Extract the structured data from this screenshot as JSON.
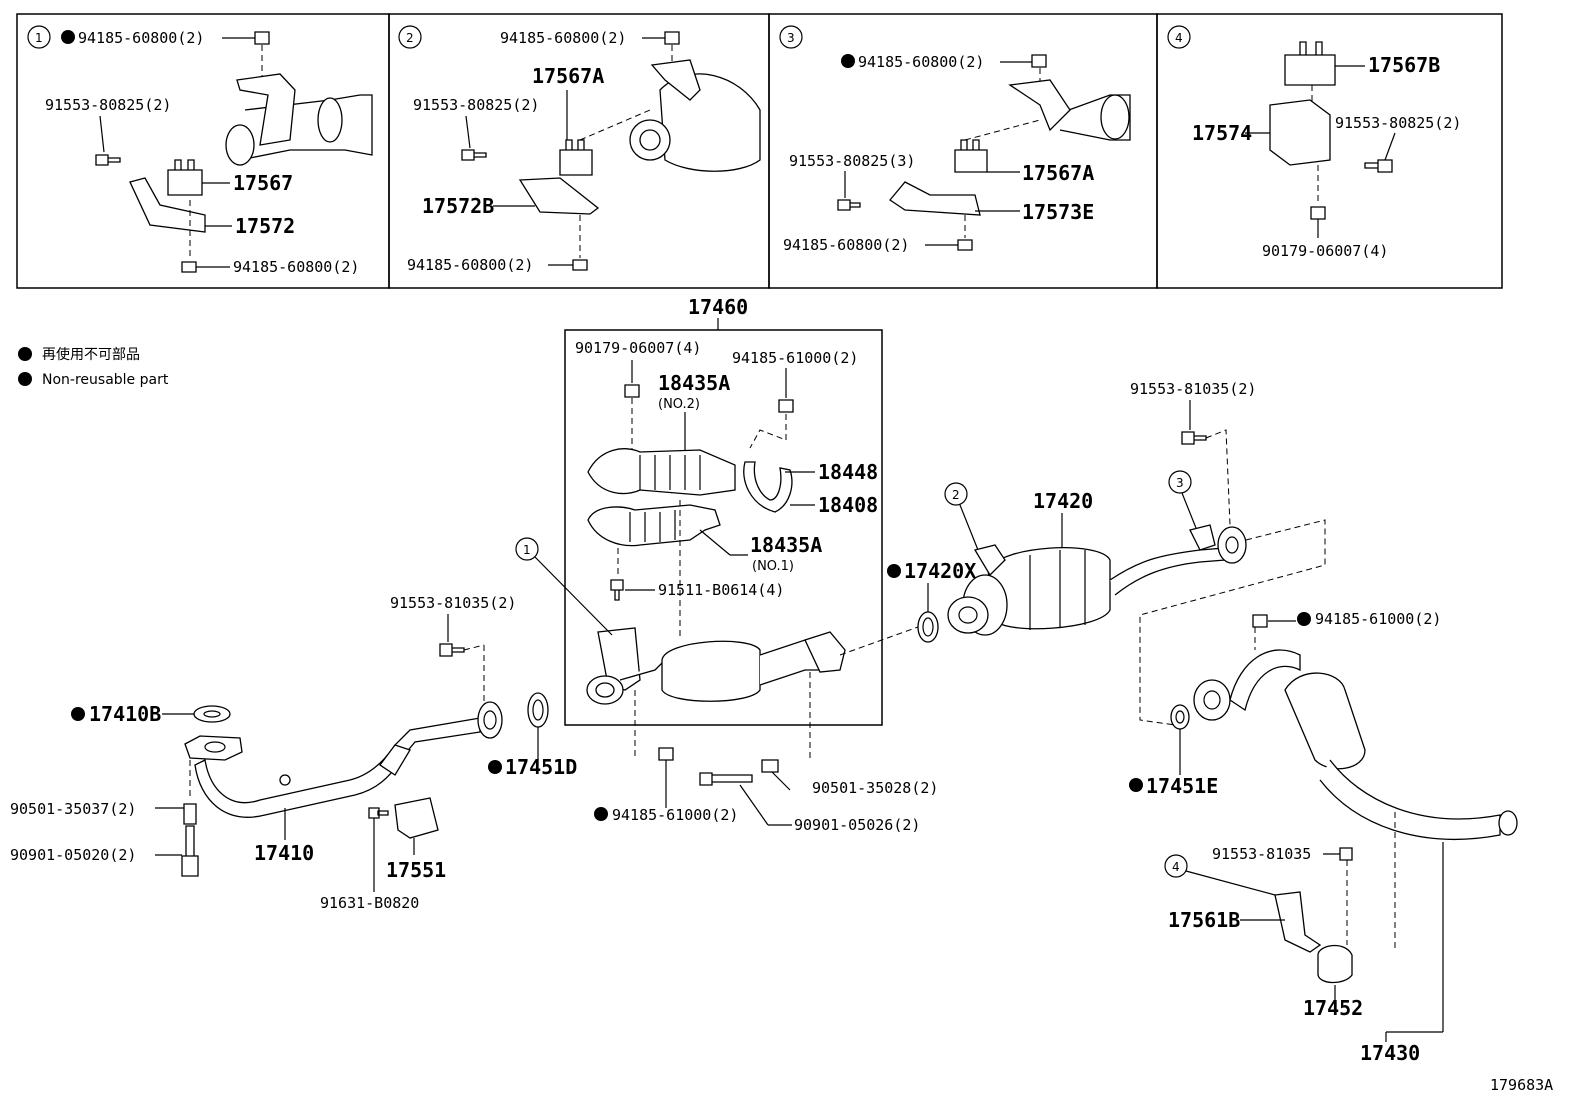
{
  "detail_boxes": [
    {
      "number": "1",
      "labels": {
        "nut_top": "94185-60800(2)",
        "bolt": "91553-80825(2)",
        "mount": "17567",
        "bracket": "17572",
        "nut_bottom": "94185-60800(2)"
      }
    },
    {
      "number": "2",
      "labels": {
        "nut_top": "94185-60800(2)",
        "mount": "17567A",
        "bolt": "91553-80825(2)",
        "bracket": "17572B",
        "nut_bottom": "94185-60800(2)"
      }
    },
    {
      "number": "3",
      "labels": {
        "nut_top": "94185-60800(2)",
        "bolt": "91553-80825(3)",
        "mount": "17567A",
        "bracket": "17573E",
        "nut_bottom": "94185-60800(2)"
      }
    },
    {
      "number": "4",
      "labels": {
        "mount": "17567B",
        "bracket": "17574",
        "bolt": "91553-80825(2)",
        "nut": "90179-06007(4)"
      }
    }
  ],
  "legend": {
    "jp": "再使用不可部品",
    "en": "Non-reusable part"
  },
  "group_label": "17460",
  "callouts": {
    "c1": "1",
    "c2": "2",
    "c3": "3",
    "c4": "4"
  },
  "parts": {
    "p90179": "90179-06007(4)",
    "p94185_61000_top": "94185-61000(2)",
    "p18435A_top": "18435A",
    "p18435A_top_sub": "(NO.2)",
    "p18448": "18448",
    "p18408": "18408",
    "p18435A_bottom": "18435A",
    "p18435A_bottom_sub": "(NO.1)",
    "p91511": "91511-B0614(4)",
    "p17420X": "17420X",
    "p17420": "17420",
    "p91553_81035_right": "91553-81035(2)",
    "p94185_61000_right": "94185-61000(2)",
    "p17451E": "17451E",
    "p91553_81035_left": "91553-81035(2)",
    "p17410B": "17410B",
    "p17451D": "17451D",
    "p90501_35037": "90501-35037(2)",
    "p90901_05020": "90901-05020(2)",
    "p17410": "17410",
    "p17551": "17551",
    "p91631": "91631-B0820",
    "p94185_61000_bottom": "94185-61000(2)",
    "p90501_35028": "90501-35028(2)",
    "p90901_05026": "90901-05026(2)",
    "p91553_81035_single": "91553-81035",
    "p17561B": "17561B",
    "p17452": "17452",
    "p17430": "17430"
  },
  "figure_id": "179683A"
}
